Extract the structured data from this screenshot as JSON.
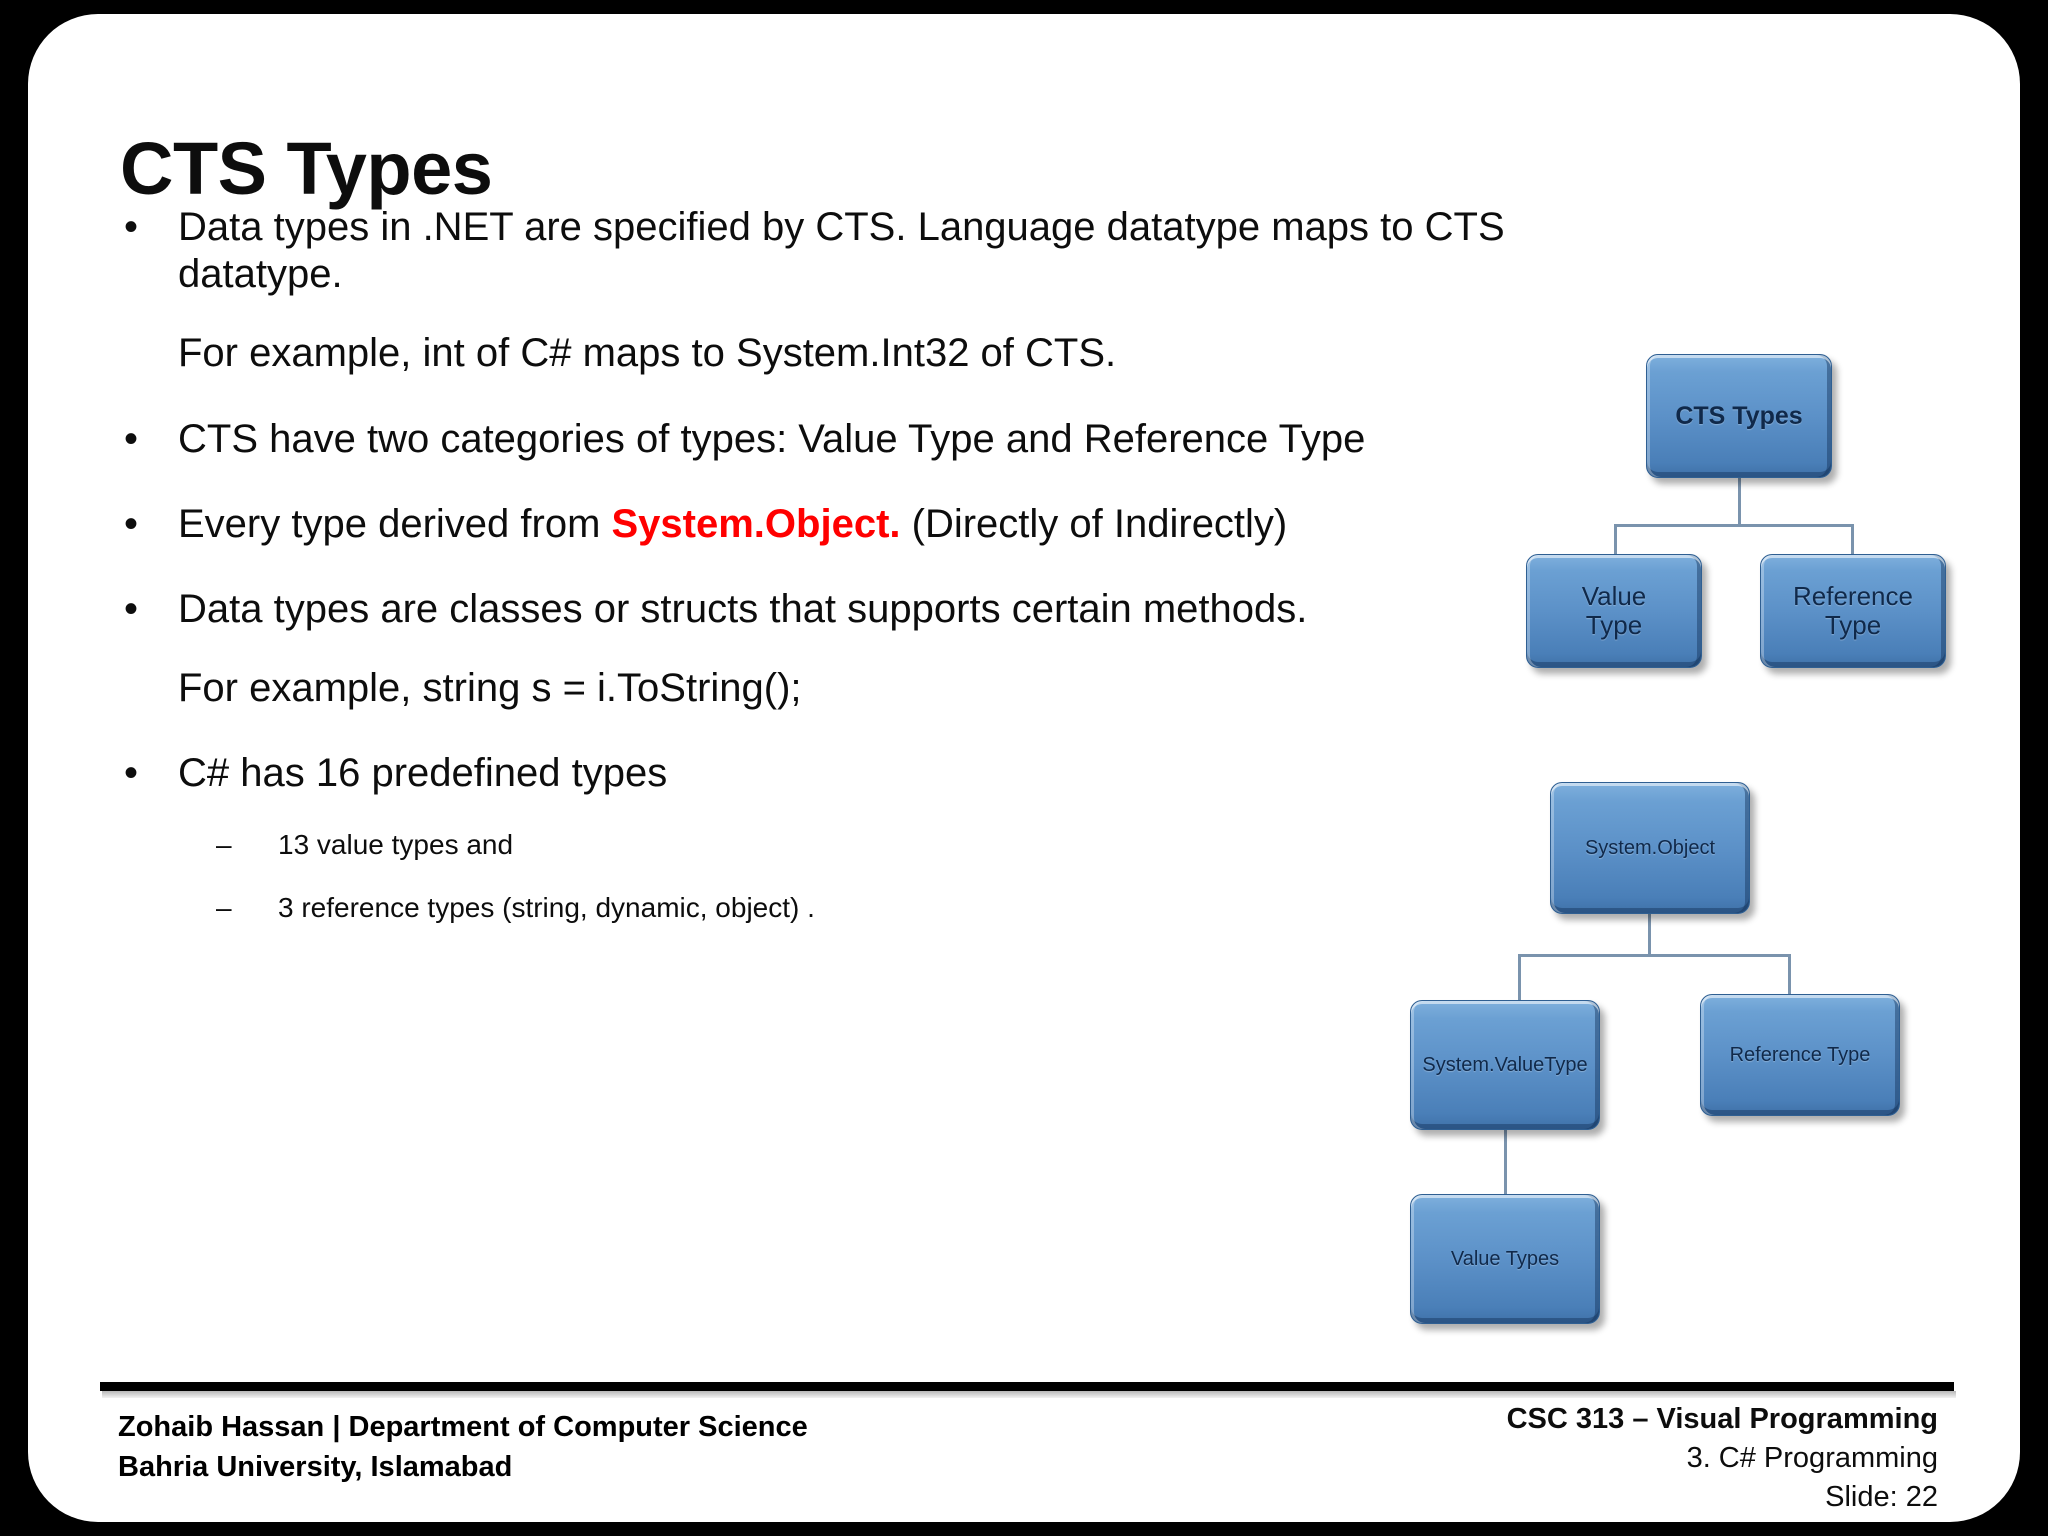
{
  "slide": {
    "title": "CTS Types",
    "bullet_mark": "•",
    "sub_mark": "–"
  },
  "body": {
    "bullets": [
      {
        "text": "Data types in .NET are specified by CTS. Language datatype maps to CTS datatype.",
        "continuation": "For example, int of C# maps to System.Int32 of CTS."
      },
      {
        "text": "CTS have two categories of types: Value Type and Reference Type"
      },
      {
        "prefix": "Every type derived from ",
        "highlight": "System.Object.",
        "suffix": " (Directly of Indirectly)"
      },
      {
        "text": "Data types are classes or structs that supports certain methods.",
        "continuation": "For example, string s = i.ToString();"
      },
      {
        "text": "C# has 16 predefined types",
        "sub_items": [
          "13 value types and",
          "3 reference types (string, dynamic, object) ."
        ]
      }
    ]
  },
  "diagrams": {
    "cts_types": {
      "root": "CTS Types",
      "left_child": "Value\nType",
      "left_child_line1": "Value",
      "left_child_line2": "Type",
      "right_child_line1": "Reference",
      "right_child_line2": "Type"
    },
    "system_object": {
      "root": "System.Object",
      "left_child": "System.ValueType",
      "right_child": "Reference Type",
      "leaf": "Value Types"
    }
  },
  "footer": {
    "left_line1": "Zohaib Hassan | Department of Computer Science",
    "left_line2": "Bahria University, Islamabad",
    "course": "CSC 313 – Visual Programming",
    "topic": "3. C# Programming",
    "slide_number": "Slide: 22"
  },
  "colors": {
    "accent_red": "#ff0000",
    "node_blue": "#5c91c8",
    "node_text": "#10294a",
    "frame_black": "#000000",
    "slide_white": "#ffffff"
  }
}
